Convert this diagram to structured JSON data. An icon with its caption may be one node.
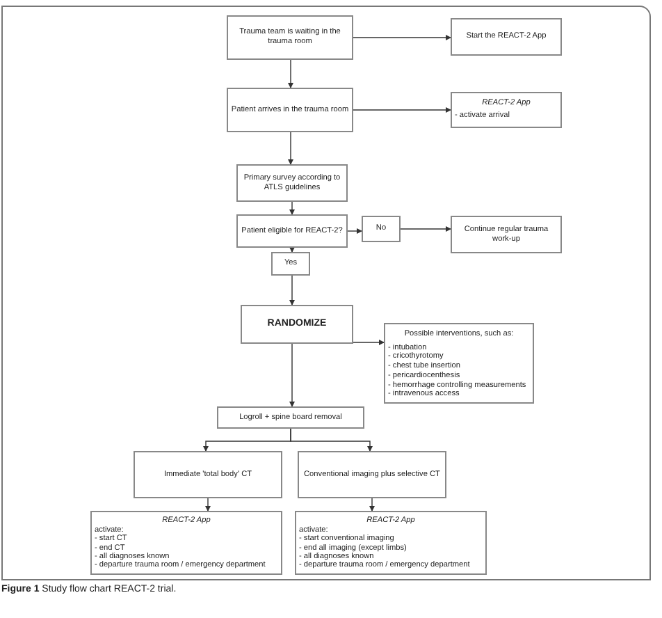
{
  "diagram": {
    "caption": "**Figure 1** Study flow chart REACT-2 trial.",
    "nodes": [
      {
        "text": [
          "Trauma team is waiting in the trauma room"
        ]
      },
      {
        "text": [
          "Start the REACT-2 App"
        ]
      },
      {
        "text": [
          "Patient arrives in the trauma room"
        ]
      },
      {
        "text": [
          "REACT-2 App",
          "- activate arrival"
        ]
      },
      {
        "text": [
          "Primary survey according to ATLS guidelines"
        ]
      },
      {
        "text": [
          "Patient eligible for REACT-2?"
        ]
      },
      {
        "text": [
          "No"
        ]
      },
      {
        "text": [
          "Continue regular trauma work-up"
        ]
      },
      {
        "text": [
          "Yes"
        ]
      },
      {
        "text": [
          "RANDOMIZE"
        ]
      },
      {
        "text": [
          "Possible interventions, such as:",
          "- intubation",
          "- cricothyrotomy",
          "- chest tube insertion",
          "- pericardiocenthesis",
          "- hemorrhage controlling measurements",
          "- intravenous access"
        ]
      },
      {
        "text": [
          "Logroll + spine board removal"
        ]
      },
      {
        "text": [
          "Immediate 'total body' CT"
        ]
      },
      {
        "text": [
          "Conventional imaging plus selective CT"
        ]
      },
      {
        "text": [
          "REACT-2 App",
          "activate:",
          "- start CT",
          "- end CT",
          "- all diagnoses known",
          "- departure trauma room / emergency department"
        ]
      },
      {
        "text": [
          "REACT-2 App",
          "activate:",
          "- start conventional imaging",
          "- end all imaging (except limbs)",
          "- all diagnoses known",
          "- departure trauma room / emergency department"
        ]
      }
    ],
    "edges": [
      {
        "from": 0,
        "to": 1,
        "arrow": "to"
      },
      {
        "from": 0,
        "to": 2,
        "arrow": "to"
      },
      {
        "from": 2,
        "to": 3,
        "arrow": "to"
      },
      {
        "from": 2,
        "to": 4,
        "arrow": "to"
      },
      {
        "from": 4,
        "to": 5,
        "arrow": "to"
      },
      {
        "from": 5,
        "to": 6,
        "arrow": "to"
      },
      {
        "from": 6,
        "to": 7,
        "arrow": "to"
      },
      {
        "from": 5,
        "to": 8,
        "arrow": "to"
      },
      {
        "from": 8,
        "to": 9,
        "arrow": "to"
      },
      {
        "from": 9,
        "to": 11,
        "arrow": "to"
      },
      {
        "from": 9,
        "to": 10,
        "arrow": "to"
      },
      {
        "from": 11,
        "to": 12,
        "arrow": "to"
      },
      {
        "from": 11,
        "to": 13,
        "arrow": "to"
      },
      {
        "from": 12,
        "to": 14,
        "arrow": "to"
      },
      {
        "from": 13,
        "to": 15,
        "arrow": "to"
      }
    ]
  }
}
